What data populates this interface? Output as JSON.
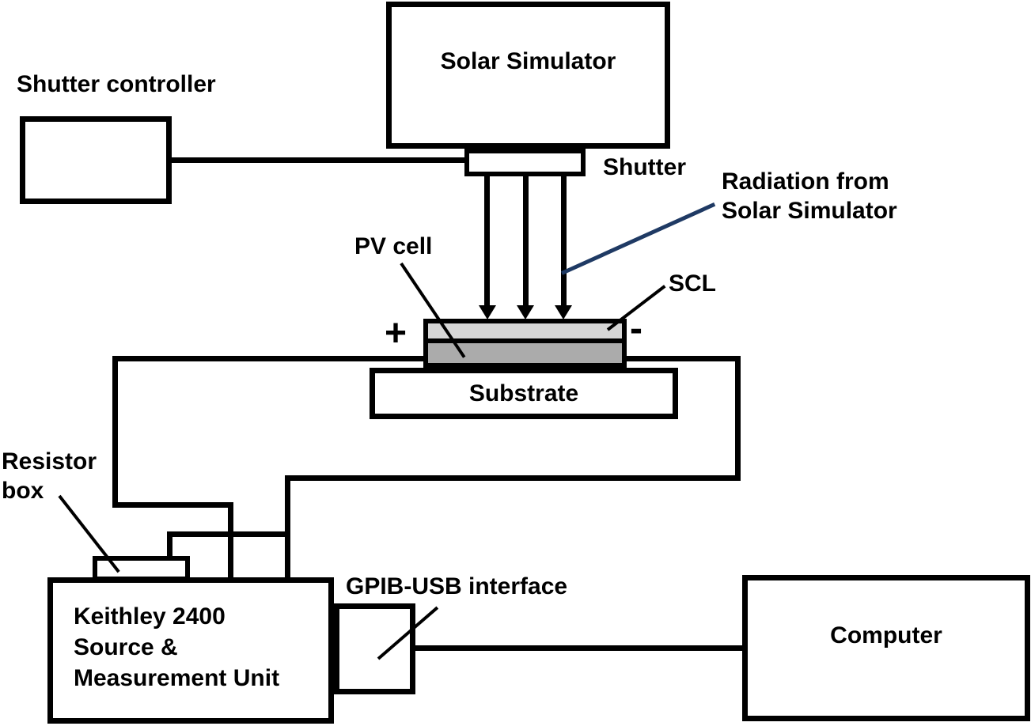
{
  "labels": {
    "shutter_controller": "Shutter controller",
    "solar_simulator": "Solar Simulator",
    "shutter": "Shutter",
    "radiation": {
      "line1": "Radiation from",
      "line2": "Solar Simulator"
    },
    "pv_cell": "PV cell",
    "scl": "SCL",
    "plus": "+",
    "minus": "-",
    "substrate": "Substrate",
    "resistor": {
      "line1": "Resistor",
      "line2": "box"
    },
    "keithley": {
      "line1": "Keithley 2400",
      "line2": "Source &",
      "line3": "Measurement Unit"
    },
    "gpib_interface": "GPIB-USB interface",
    "computer": "Computer"
  },
  "colors": {
    "stroke": "#000000",
    "scl_layer_fill": "#d6d6d6",
    "absorber_layer_fill": "#ababab",
    "radiation_pointer": "#1f3a64",
    "background": "#ffffff"
  }
}
